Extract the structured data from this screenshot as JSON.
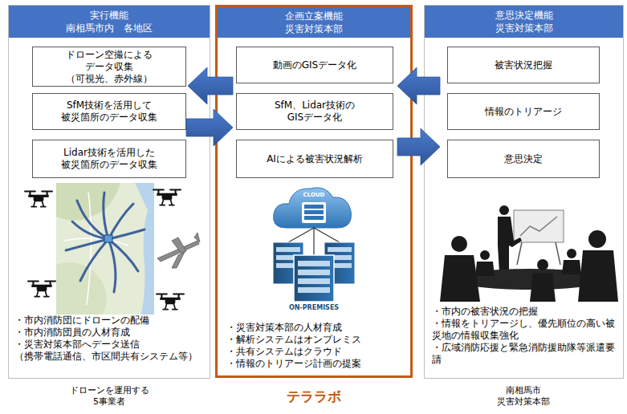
{
  "diagram": {
    "nodes": [
      {
        "text": [
          "実行機能 南相馬市内　各地区",
          "・市内消防団にドローンの配備",
          "・市内消防団員の人材育成",
          "・災害対策本部へデータ送信 （携帯電話通信、市区間共有システム等）"
        ]
      },
      {
        "text": [
          "ドローン空撮による データ収集 （可視光、赤外線）"
        ],
        "in": 0
      },
      {
        "text": [
          "SfM技術を活用して 被災箇所のデータ収集"
        ],
        "in": 0
      },
      {
        "text": [
          "Lidar技術を活用した 被災箇所のデータ収集"
        ],
        "in": 0
      },
      {
        "text": [
          "企画立案機能 災害対策本部",
          "・災害対策本部の人材育成",
          "・解析システムはオンプレミス",
          "・共有システムはクラウド",
          "・情報のトリアージ計画の提案"
        ]
      },
      {
        "text": [
          "動画のGISデータ化"
        ],
        "in": 4
      },
      {
        "text": [
          "SfM、Lidar技術の GISデータ化"
        ],
        "in": 4
      },
      {
        "text": [
          "AIによる被害状況解析"
        ],
        "in": 4
      },
      {
        "text": [
          "意思決定機能 災害対策本部",
          "・市内の被害状況の把握",
          "・情報をトリアージし、優先順位の高い被災地の情報収集強化",
          "・広域消防応援と緊急消防援助隊等派遣要請"
        ]
      },
      {
        "text": [
          "被害状況把握"
        ],
        "in": 8
      },
      {
        "text": [
          "情報のトリアージ"
        ],
        "in": 8
      },
      {
        "text": [
          "意思決定"
        ],
        "in": 8
      }
    ],
    "edges": [
      {
        "from": 4,
        "to": 0,
        "arrow": "to"
      },
      {
        "from": 0,
        "to": 4,
        "arrow": "to"
      },
      {
        "from": 8,
        "to": 4,
        "arrow": "to"
      },
      {
        "from": 4,
        "to": 8,
        "arrow": "to"
      }
    ],
    "labels": [
      "ドローンを運用する 5事業者",
      "CLOUD",
      "ON-PREMISES",
      "テララボ",
      "南相馬市 災害対策本部"
    ]
  }
}
